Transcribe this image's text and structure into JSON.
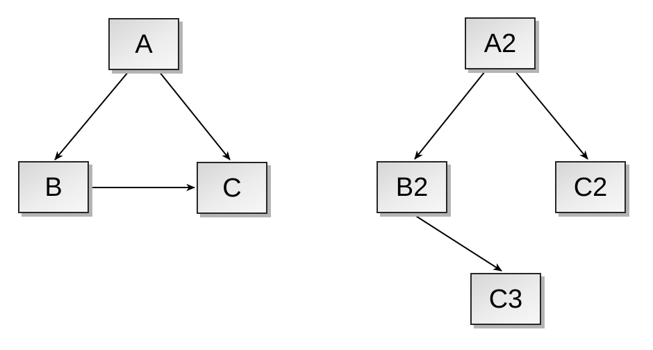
{
  "diagram": {
    "description": "Two directed graphs drawn side by side on a white canvas",
    "graphs": [
      {
        "name": "left-graph",
        "nodes": [
          {
            "id": "A",
            "label": "A"
          },
          {
            "id": "B",
            "label": "B"
          },
          {
            "id": "C",
            "label": "C"
          }
        ],
        "edges": [
          {
            "from": "A",
            "to": "B"
          },
          {
            "from": "A",
            "to": "C"
          },
          {
            "from": "B",
            "to": "C"
          }
        ]
      },
      {
        "name": "right-graph",
        "nodes": [
          {
            "id": "A2",
            "label": "A2"
          },
          {
            "id": "B2",
            "label": "B2"
          },
          {
            "id": "C2",
            "label": "C2"
          },
          {
            "id": "C3",
            "label": "C3"
          }
        ],
        "edges": [
          {
            "from": "A2",
            "to": "B2"
          },
          {
            "from": "A2",
            "to": "C2"
          },
          {
            "from": "B2",
            "to": "C3"
          }
        ]
      }
    ],
    "colors": {
      "background": "#ffffff",
      "node_fill_dark": "#d6d6d6",
      "node_fill_light": "#f7f7f7",
      "node_border": "#262626",
      "node_shadow": "#b4b4b4",
      "edge_stroke": "#000000",
      "text": "#000000"
    }
  }
}
